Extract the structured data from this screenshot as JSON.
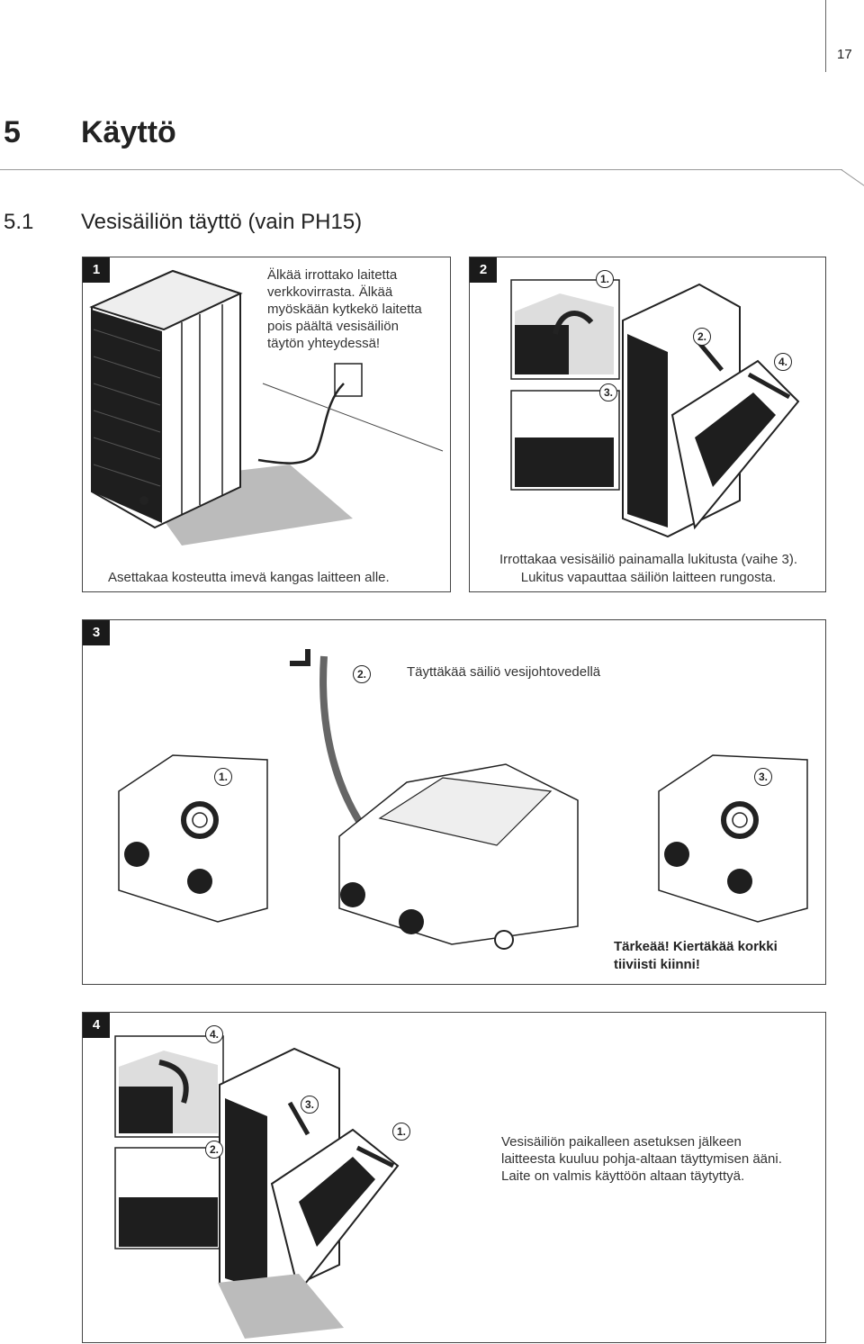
{
  "page": {
    "number": "17"
  },
  "chapter": {
    "number": "5",
    "title": "Käyttö"
  },
  "section": {
    "number": "5.1",
    "title": "Vesisäiliön täyttö (vain PH15)"
  },
  "panel1": {
    "badge": "1",
    "warning": "Älkää irrottako laitetta verkkovirrasta. Älkää myöskään kytkekö laitetta pois päältä vesisäiliön täytön yhteydessä!",
    "caption": "Asettakaa kosteutta imevä kangas laitteen alle."
  },
  "panel2": {
    "badge": "2",
    "steps": [
      "1.",
      "2.",
      "3.",
      "4."
    ],
    "caption_line1": "Irrottakaa vesisäiliö painamalla lukitusta (vaihe 3).",
    "caption_line2": "Lukitus vapauttaa säiliön laitteen rungosta."
  },
  "panel3": {
    "badge": "3",
    "steps": [
      "1.",
      "2.",
      "3."
    ],
    "fill_text": "Täyttäkää säiliö vesijohtovedellä",
    "important_line1": "Tärkeää! Kiertäkää korkki",
    "important_line2": "tiiviisti kiinni!"
  },
  "panel4": {
    "badge": "4",
    "steps": [
      "1.",
      "2.",
      "3.",
      "4."
    ],
    "text": "Vesisäiliön paikalleen asetuksen jälkeen laitteesta kuuluu pohja-altaan täyttymisen ääni. Laite on valmis käyttöön altaan täytyttyä."
  }
}
